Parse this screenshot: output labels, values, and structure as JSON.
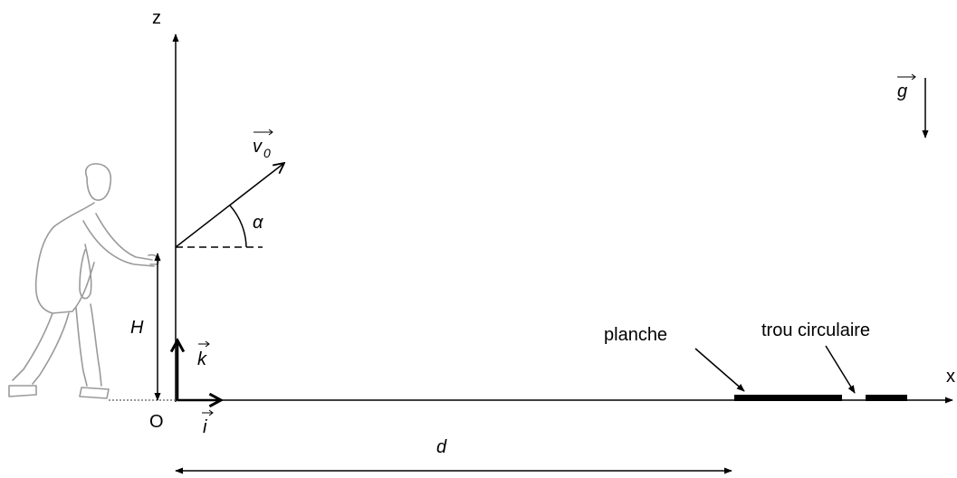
{
  "axes": {
    "z_label": "z",
    "x_label": "x",
    "origin_label": "O"
  },
  "vectors": {
    "v0": "v0",
    "v0_subscript": "0",
    "g": "g",
    "i": "i",
    "k": "k"
  },
  "angle": {
    "alpha": "α"
  },
  "dimensions": {
    "height": "H",
    "distance": "d"
  },
  "objects": {
    "planche": "planche",
    "trou": "trou circulaire"
  },
  "colors": {
    "ink": "#000000",
    "figure": "#9a9a9a"
  }
}
